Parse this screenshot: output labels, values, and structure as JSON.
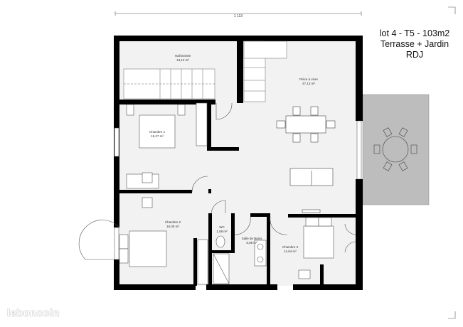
{
  "header": {
    "line1": "lot 4 - T5 - 103m2",
    "line2": "Terrasse + Jardin",
    "line3": "RDJ"
  },
  "dimension": "1 113",
  "rooms": [
    {
      "name": "Hall Entrée",
      "area": "13,13 m²"
    },
    {
      "name": "Pièce à vivre",
      "area": "47,13 m²"
    },
    {
      "name": "Chambre 1",
      "area": "15,27 m²"
    },
    {
      "name": "Chambre 2",
      "area": "16,00 m²"
    },
    {
      "name": "WC",
      "area": "1,58 m²"
    },
    {
      "name": "Salle de Bains",
      "area": "5,98 m²"
    },
    {
      "name": "Chambre 3",
      "area": "11,64 m²"
    }
  ],
  "colors": {
    "wall": "#000000",
    "floor": "#f2f2f2",
    "terrace": "#bdbdbd"
  },
  "watermark": "leboncoin"
}
